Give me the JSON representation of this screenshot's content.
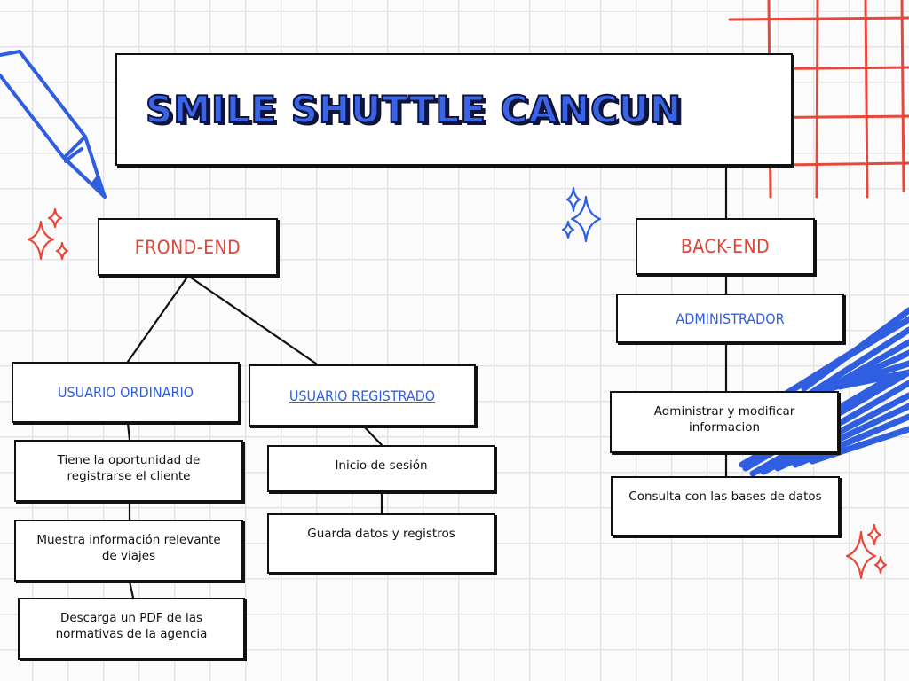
{
  "title": "SMILE SHUTTLE CANCUN",
  "frontend": {
    "label": "FROND-END",
    "ordinario": {
      "label": "USUARIO ORDINARIO",
      "items": [
        "Tiene la oportunidad de registrarse el cliente",
        "Muestra información relevante de viajes",
        "Descarga un PDF de las normativas de la agencia"
      ]
    },
    "registrado": {
      "label": "USUARIO REGISTRADO",
      "items": [
        "Inicio de sesión",
        "Guarda datos y registros"
      ]
    }
  },
  "backend": {
    "label": "BACK-END",
    "administrador": {
      "label": "ADMINISTRADOR",
      "items": [
        "Administrar y modificar informacion",
        "Consulta con las bases de datos"
      ]
    }
  },
  "colors": {
    "accent_blue": "#2f5fe0",
    "accent_red": "#e0453a",
    "outline": "#111111"
  }
}
